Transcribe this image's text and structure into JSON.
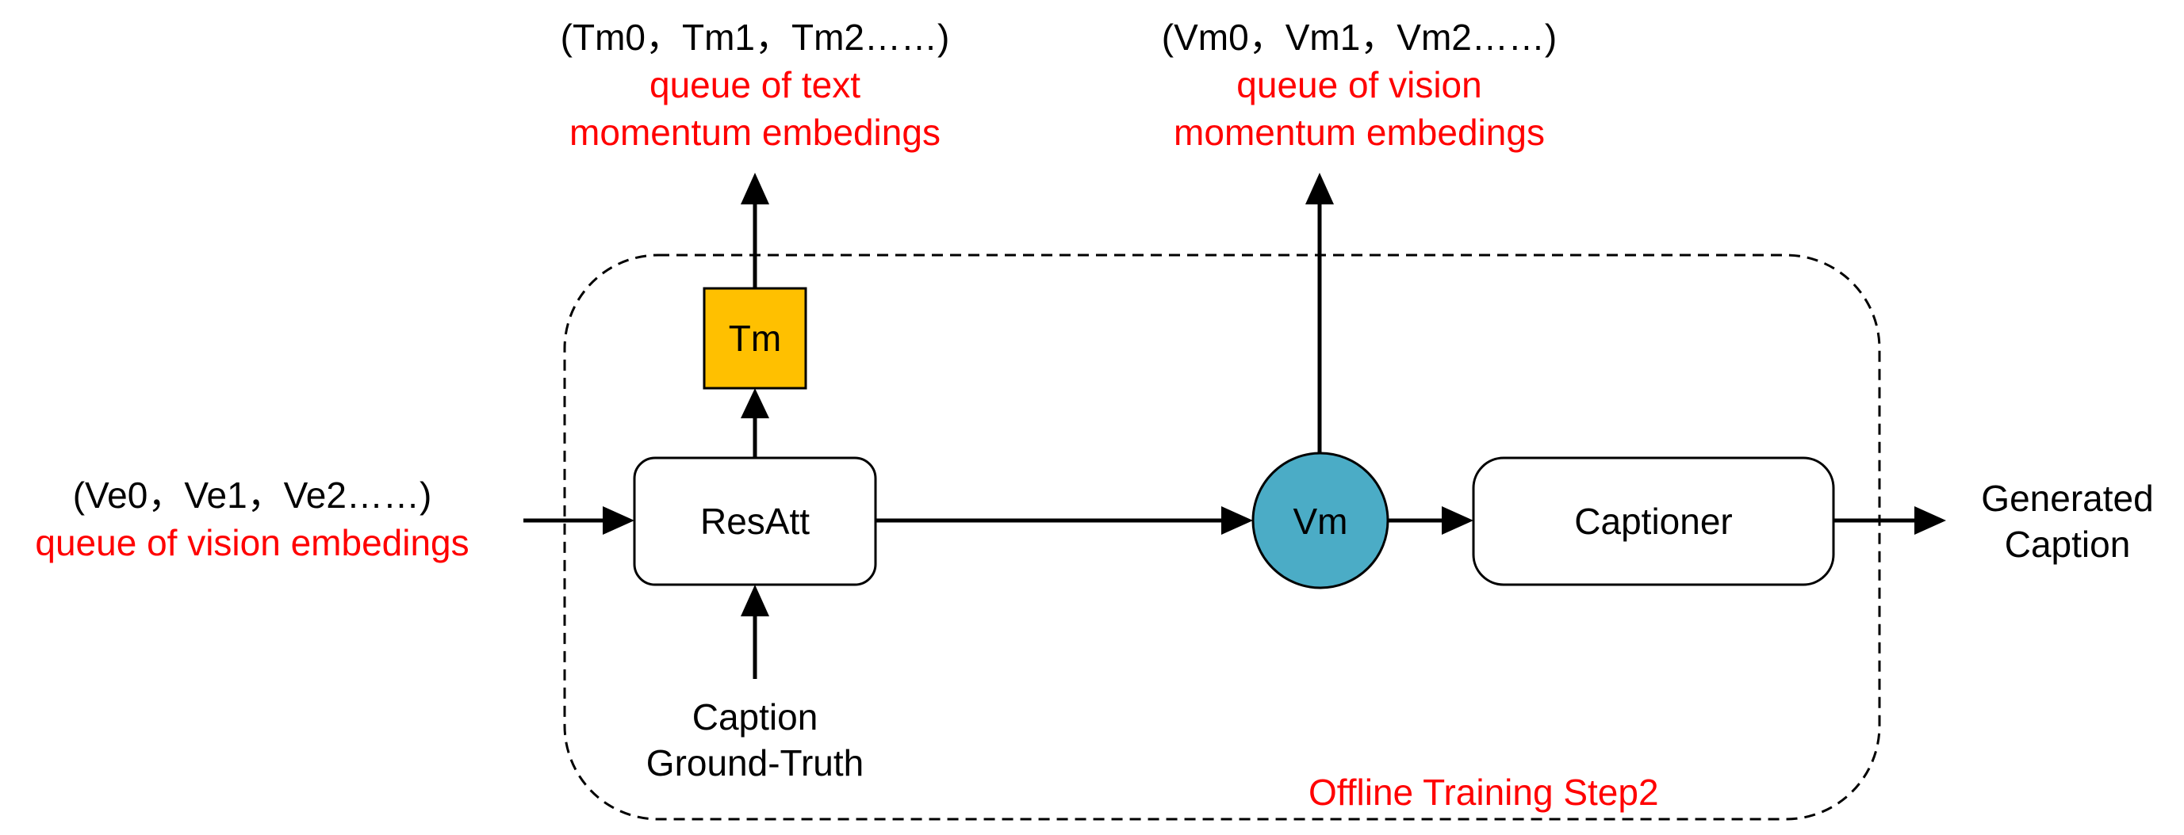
{
  "colors": {
    "tm_box": "#ffc000",
    "vm_circle": "#4bacc6",
    "annotation": "#ff0000",
    "stroke": "#000000"
  },
  "inputs": {
    "vision_queue": "(Ve0，Ve1，Ve2……)",
    "vision_queue_caption": "queue of vision embedings",
    "caption_line1": "Caption",
    "caption_line2": "Ground-Truth"
  },
  "outputs": {
    "text_queue": "(Tm0，Tm1，Tm2……)",
    "text_queue_caption_line1": "queue of text",
    "text_queue_caption_line2": "momentum embedings",
    "vision_queue": "(Vm0，Vm1，Vm2……)",
    "vision_queue_caption_line1": "queue of vision",
    "vision_queue_caption_line2": "momentum embedings",
    "generated_line1": "Generated",
    "generated_line2": "Caption"
  },
  "nodes": {
    "resatt": "ResAtt",
    "tm": "Tm",
    "vm": "Vm",
    "captioner": "Captioner"
  },
  "group_label": "Offline Training Step2"
}
